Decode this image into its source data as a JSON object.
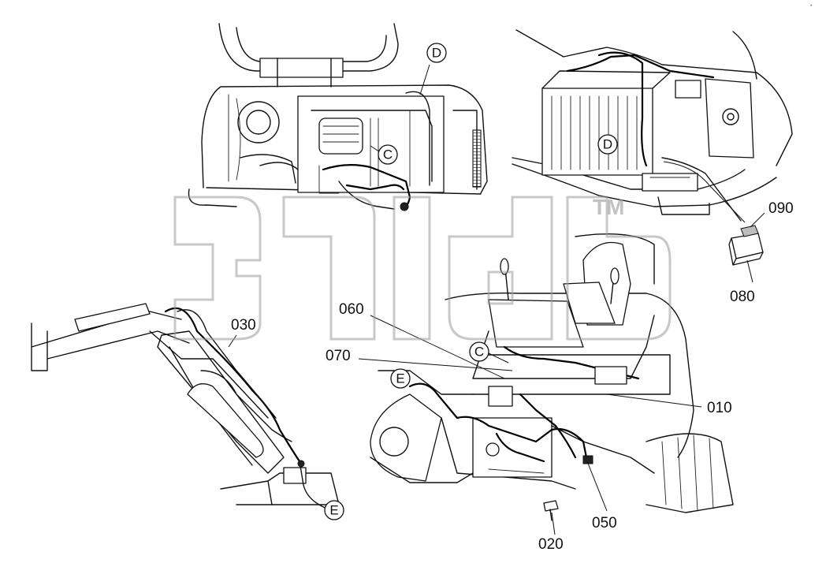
{
  "watermark": {
    "logo_text": "TM"
  },
  "corner_mark": "*",
  "views": {
    "engine_bay": {
      "callouts": [
        "D",
        "C"
      ]
    },
    "battery_bay": {
      "callouts": [
        "D"
      ]
    },
    "boom_arm": {
      "callouts": [
        "E"
      ]
    },
    "operator_area": {
      "callouts": [
        "C",
        "E"
      ]
    }
  },
  "parts": [
    {
      "id": "010",
      "label": "010"
    },
    {
      "id": "020",
      "label": "020"
    },
    {
      "id": "030",
      "label": "030"
    },
    {
      "id": "050",
      "label": "050"
    },
    {
      "id": "060",
      "label": "060"
    },
    {
      "id": "070",
      "label": "070"
    },
    {
      "id": "080",
      "label": "080"
    },
    {
      "id": "090",
      "label": "090"
    }
  ],
  "colors": {
    "line": "#111111",
    "background": "#ffffff",
    "watermark": "#9a9a9a"
  }
}
